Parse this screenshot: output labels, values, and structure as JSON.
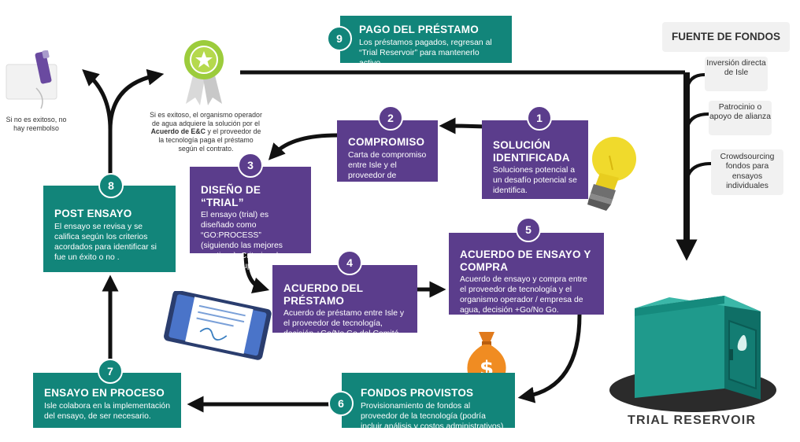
{
  "steps": {
    "s1": {
      "num": "1",
      "title": "SOLUCIÓN IDENTIFICADA",
      "text": "Soluciones potencial a un desafío potencial se identifica."
    },
    "s2": {
      "num": "2",
      "title": "COMPROMISO",
      "text": "Carta de compromiso entre Isle y el proveedor de tecnología."
    },
    "s3": {
      "num": "3",
      "title": "DISEÑO DE “TRIAL”",
      "text": "El ensayo (trial) es diseñado como “GO:PROCESS” (siguiendo las mejores practicas). Criterios de éxito y presupuesto acordados."
    },
    "s4": {
      "num": "4",
      "title": "ACUERDO DEL PRÉSTAMO",
      "text": "Acuerdo de préstamo entre Isle y el proveedor de tecnología, decisión +Go/No Go del Comité de Inversión"
    },
    "s5": {
      "num": "5",
      "title": "ACUERDO DE ENSAYO Y COMPRA",
      "text": "Acuerdo de ensayo y compra entre el proveedor de tecnología y el organismo operador / empresa de agua, decisión +Go/No Go."
    },
    "s6": {
      "num": "6",
      "title": "FONDOS PROVISTOS",
      "text": "Provisionamiento de fondos al proveedor de la tecnología (podría incluir análisis y costos administrativos) ."
    },
    "s7": {
      "num": "7",
      "title": "ENSAYO EN PROCESO",
      "text": "Isle colabora en la implementación del ensayo, de ser necesario."
    },
    "s8": {
      "num": "8",
      "title": "POST ENSAYO",
      "text": "El ensayo se revisa y se califica según los criterios acordados para identificar si fue un éxito o no ."
    },
    "s9": {
      "num": "9",
      "title": "PAGO DEL PRÉSTAMO",
      "text": "Los préstamos pagados, regresan al “Trial Reservoir” para mantenerlo activo."
    }
  },
  "funding": {
    "title": "FUENTE DE FONDOS",
    "sources": [
      "Inversión directa de Isle",
      "Patrocinio o apoyo de alianza",
      "Crowdsourcing fondos para ensayos individuales"
    ]
  },
  "notes": {
    "fail": "Si no es exitoso, no hay reembolso",
    "success_a": "Si es exitoso, el organismo operador de agua adquiere la solución por el ",
    "success_b": "Acuerdo de E&C",
    "success_c": " y el proveedor de la tecnología paga el préstamo según el contrato."
  },
  "reservoir_label": "TRIAL RESERVOIR",
  "colors": {
    "purple": "#5b3d8c",
    "teal": "#12857a",
    "vault": "#1f9a8c",
    "arrow": "#111111"
  }
}
